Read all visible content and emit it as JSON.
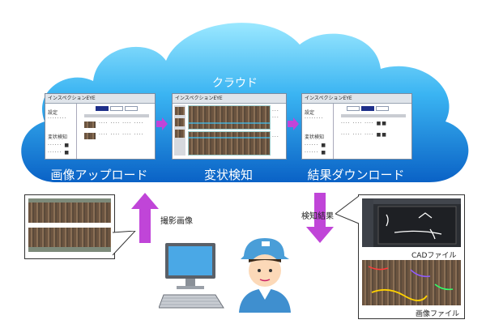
{
  "cloud": {
    "title": "クラウド",
    "steps": [
      {
        "label": "画像アップロード"
      },
      {
        "label": "変状検知"
      },
      {
        "label": "結果ダウンロード"
      }
    ]
  },
  "app_window": {
    "title": "インスペクションEYE",
    "settings_label": "設定",
    "detect_label": "変状検知"
  },
  "upload_arrow_label": "撮影画像",
  "download_arrow_label": "検知結果",
  "results": {
    "cad_label": "CADファイル",
    "image_label": "画像ファイル"
  },
  "colors": {
    "cloud_top": "#8fe4ff",
    "cloud_bottom": "#0d6fd0",
    "arrow_purple": "#c045d8",
    "accent_button": "#1e2f8a"
  }
}
